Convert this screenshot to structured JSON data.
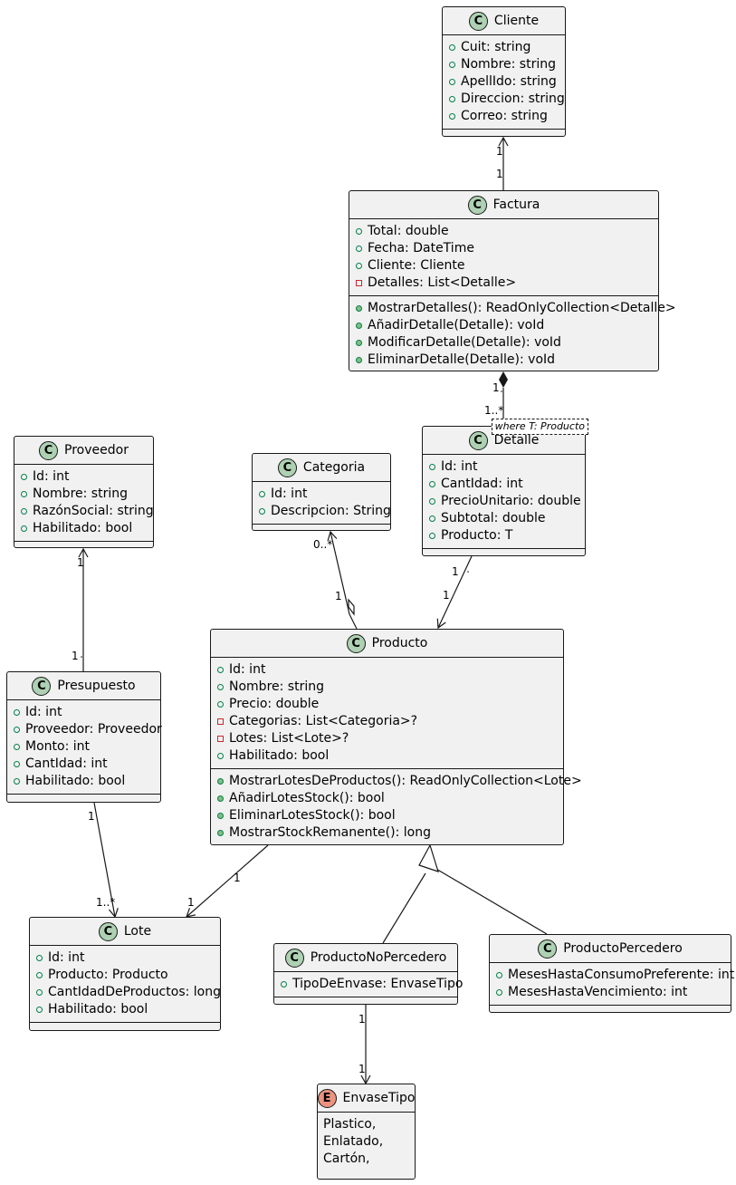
{
  "classes": {
    "cliente": {
      "name": "Cliente",
      "kind": "C",
      "attrs": [
        {
          "vis": "pub",
          "text": "Cuit: string"
        },
        {
          "vis": "pub",
          "text": "Nombre: string"
        },
        {
          "vis": "pub",
          "text": "ApellIdo: string"
        },
        {
          "vis": "pub",
          "text": "Direccion: string"
        },
        {
          "vis": "pub",
          "text": "Correo: string"
        }
      ],
      "methods": []
    },
    "factura": {
      "name": "Factura",
      "kind": "C",
      "attrs": [
        {
          "vis": "pub",
          "text": "Total: double"
        },
        {
          "vis": "pub",
          "text": "Fecha: DateTime"
        },
        {
          "vis": "pub",
          "text": "Cliente: Cliente"
        },
        {
          "vis": "priv",
          "text": "Detalles: List<Detalle>"
        }
      ],
      "methods": [
        {
          "vis": "pubm",
          "text": "MostrarDetalles(): ReadOnlyCollection<Detalle>"
        },
        {
          "vis": "pubm",
          "text": "AñadirDetalle(Detalle): voId"
        },
        {
          "vis": "pubm",
          "text": "ModificarDetalle(Detalle): voId"
        },
        {
          "vis": "pubm",
          "text": "EliminarDetalle(Detalle): voId"
        }
      ]
    },
    "detalle": {
      "name": "Detalle",
      "kind": "C",
      "generic": "where T: Producto",
      "attrs": [
        {
          "vis": "pub",
          "text": "Id: int"
        },
        {
          "vis": "pub",
          "text": "CantIdad: int"
        },
        {
          "vis": "pub",
          "text": "PrecioUnitario: double"
        },
        {
          "vis": "pub",
          "text": "Subtotal: double"
        },
        {
          "vis": "pub",
          "text": "Producto: T"
        }
      ],
      "methods": []
    },
    "proveedor": {
      "name": "Proveedor",
      "kind": "C",
      "attrs": [
        {
          "vis": "pub",
          "text": "Id: int"
        },
        {
          "vis": "pub",
          "text": "Nombre: string"
        },
        {
          "vis": "pub",
          "text": "RazónSocial: string"
        },
        {
          "vis": "pub",
          "text": "Habilitado: bool"
        }
      ],
      "methods": []
    },
    "categoria": {
      "name": "Categoria",
      "kind": "C",
      "attrs": [
        {
          "vis": "pub",
          "text": "Id: int"
        },
        {
          "vis": "pub",
          "text": "Descripcion: String"
        }
      ],
      "methods": []
    },
    "presupuesto": {
      "name": "Presupuesto",
      "kind": "C",
      "attrs": [
        {
          "vis": "pub",
          "text": "Id: int"
        },
        {
          "vis": "pub",
          "text": "Proveedor: Proveedor"
        },
        {
          "vis": "pub",
          "text": "Monto: int"
        },
        {
          "vis": "pub",
          "text": "CantIdad: int"
        },
        {
          "vis": "pub",
          "text": "Habilitado: bool"
        }
      ],
      "methods": []
    },
    "producto": {
      "name": "Producto",
      "kind": "C",
      "attrs": [
        {
          "vis": "pub",
          "text": "Id: int"
        },
        {
          "vis": "pub",
          "text": "Nombre: string"
        },
        {
          "vis": "pub",
          "text": "Precio: double"
        },
        {
          "vis": "priv",
          "text": "Categorias: List<Categoria>?"
        },
        {
          "vis": "priv",
          "text": "Lotes: List<Lote>?"
        },
        {
          "vis": "pub",
          "text": "Habilitado: bool"
        }
      ],
      "methods": [
        {
          "vis": "pubm",
          "text": "MostrarLotesDeProductos(): ReadOnlyCollection<Lote>"
        },
        {
          "vis": "pubm",
          "text": "AñadirLotesStock(): bool"
        },
        {
          "vis": "pubm",
          "text": "EliminarLotesStock(): bool"
        },
        {
          "vis": "pubm",
          "text": "MostrarStockRemanente(): long"
        }
      ]
    },
    "lote": {
      "name": "Lote",
      "kind": "C",
      "attrs": [
        {
          "vis": "pub",
          "text": "Id: int"
        },
        {
          "vis": "pub",
          "text": "Producto: Producto"
        },
        {
          "vis": "pub",
          "text": "CantIdadDeProductos: long"
        },
        {
          "vis": "pub",
          "text": "Habilitado: bool"
        }
      ],
      "methods": []
    },
    "productoNoPercedero": {
      "name": "ProductoNoPercedero",
      "kind": "C",
      "attrs": [
        {
          "vis": "pub",
          "text": "TipoDeEnvase: EnvaseTipo"
        }
      ],
      "methods": []
    },
    "productoPercedero": {
      "name": "ProductoPercedero",
      "kind": "C",
      "attrs": [
        {
          "vis": "pub",
          "text": "MesesHastaConsumoPreferente: int"
        },
        {
          "vis": "pub",
          "text": "MesesHastaVencimiento: int"
        }
      ],
      "methods": []
    },
    "envaseTipo": {
      "name": "EnvaseTipo",
      "kind": "E",
      "values": [
        "Plastico,",
        "Enlatado,",
        "Cartón,"
      ]
    }
  },
  "multiplicities": {
    "cliente_top": "1",
    "cliente_bottom": "1",
    "factura_comp": "1",
    "detalle_comp": "1..*",
    "detalle_producto_src": "1",
    "detalle_producto_dst": "1",
    "categoria_end": "0..*",
    "producto_categoria": "1",
    "proveedor_end": "1",
    "presupuesto_prov": "1",
    "presupuesto_lote_src": "1",
    "presupuesto_lote_dst": "1..*",
    "producto_lote_src": "1",
    "producto_lote_dst": "1",
    "nopercedero_src": "1",
    "envase_dst": "1"
  },
  "colors": {
    "box_fill": "#f1f1f1",
    "border": "#181818",
    "class_icon": "#add1b2",
    "enum_icon": "#eb937f",
    "public": "#038048",
    "private": "#c82930"
  }
}
